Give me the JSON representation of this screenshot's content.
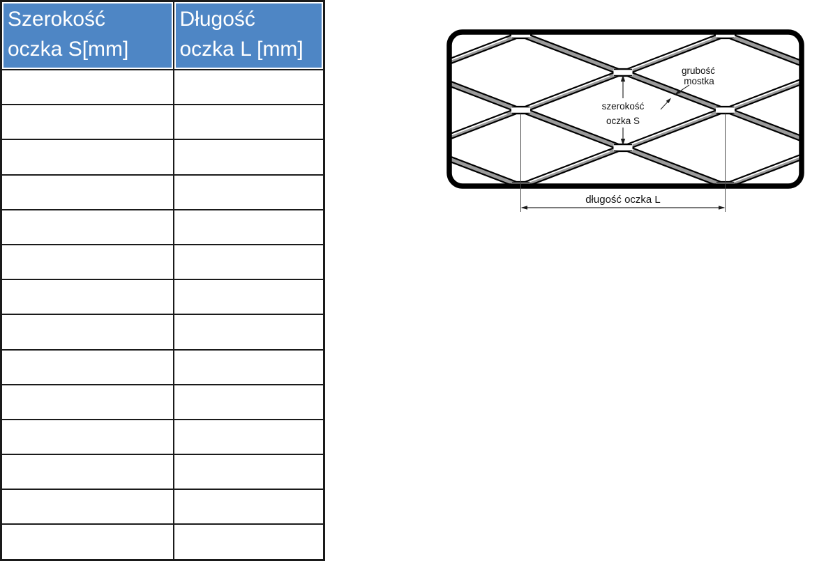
{
  "table": {
    "header": [
      {
        "line1": "Szerokość",
        "line2": "oczka S[mm]"
      },
      {
        "line1": "Długość",
        "line2": "oczka L [mm]"
      }
    ],
    "rows": [
      [
        "",
        ""
      ],
      [
        "",
        ""
      ],
      [
        "",
        ""
      ],
      [
        "",
        ""
      ],
      [
        "",
        ""
      ],
      [
        "",
        ""
      ],
      [
        "",
        ""
      ],
      [
        "",
        ""
      ],
      [
        "",
        ""
      ],
      [
        "",
        ""
      ],
      [
        "",
        ""
      ],
      [
        "",
        ""
      ],
      [
        "",
        ""
      ],
      [
        "",
        ""
      ]
    ]
  },
  "diagram": {
    "labels": {
      "bridge_thickness_line1": "grubość",
      "bridge_thickness_line2": "mostka",
      "mesh_width_line1": "szerokość",
      "mesh_width_line2": "oczka S",
      "mesh_length": "długość oczka L"
    }
  },
  "colors": {
    "header_bg": "#4e86c5",
    "header_text": "#ffffff",
    "table_border": "#1a1a1a",
    "mesh_shadow": "#9b9b9b",
    "mesh_outline": "#000000"
  }
}
